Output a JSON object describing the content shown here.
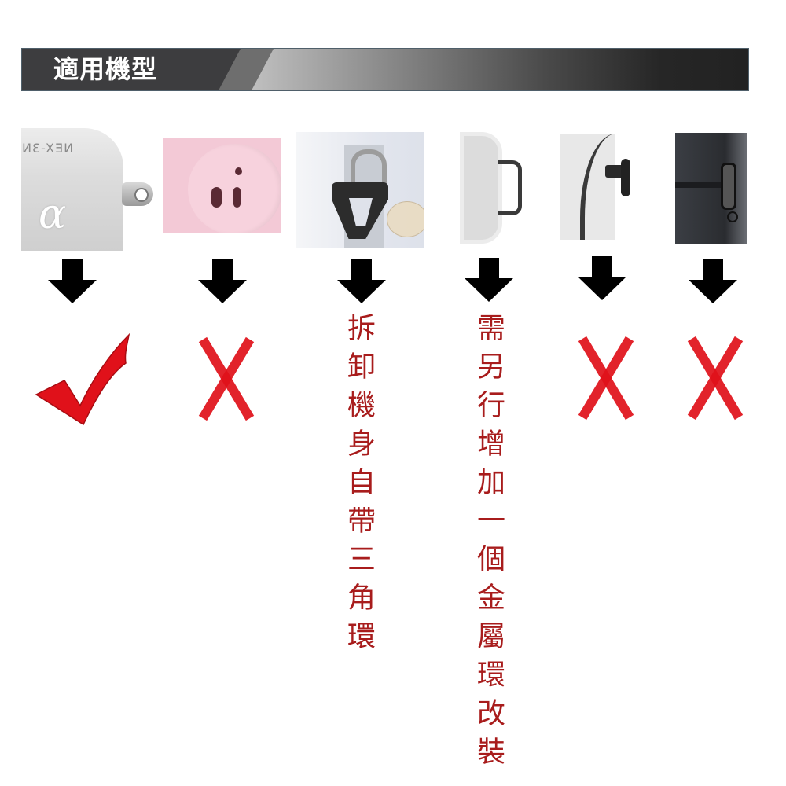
{
  "header": {
    "title": "適用機型",
    "colors": {
      "dark_panel": "#3d3d3f",
      "gradient_start": "#f2f2f2",
      "gradient_end": "#222222",
      "border": "#4f5f6a"
    }
  },
  "models": [
    {
      "id": 1,
      "image": "sony-nex-camera-lug",
      "image_text": "NEX-3N",
      "logo": "α",
      "compatible": true,
      "mark": "check"
    },
    {
      "id": 2,
      "image": "pink-camera-strap-holes",
      "compatible": false,
      "mark": "x"
    },
    {
      "id": 3,
      "image": "camera-triangle-ring",
      "compatible": "conditional",
      "mark": "note",
      "note": "拆卸機身自帶三角環"
    },
    {
      "id": 4,
      "image": "camera-d-ring-loop",
      "compatible": "conditional",
      "mark": "note",
      "note": "需另行增加一個金屬環改裝"
    },
    {
      "id": 5,
      "image": "camera-button-stud",
      "compatible": false,
      "mark": "x"
    },
    {
      "id": 6,
      "image": "dark-camera-slot-strap",
      "compatible": false,
      "mark": "x"
    }
  ],
  "icons": {
    "arrow": "down-arrow-icon",
    "check": "red-check-icon",
    "cross": "red-x-icon"
  },
  "colors": {
    "mark_red": "#e0111a",
    "note_red": "#a81c1c",
    "arrow": "#000000"
  }
}
